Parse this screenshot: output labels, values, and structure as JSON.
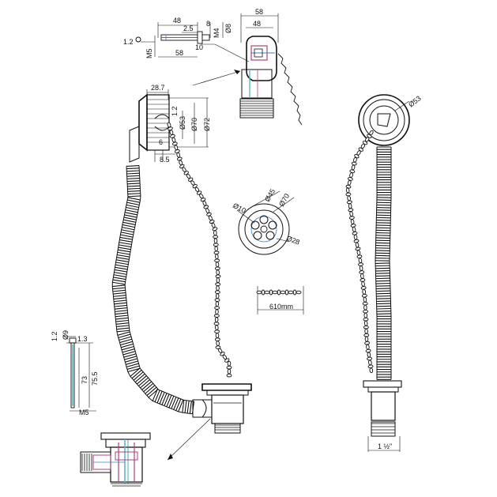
{
  "overflow_screw": {
    "d48": "48",
    "d2_5": "2.5",
    "d8_small": "8",
    "m4": "M4",
    "d8": "Ø8",
    "d1_2": "1.2",
    "m5": "M5",
    "d10": "10",
    "d58": "58"
  },
  "overflow_head": {
    "d58": "58",
    "d48": "48"
  },
  "plug_side": {
    "d28_7": "28.7",
    "d53": "Ø53",
    "d70": "Ø70",
    "d72": "Ø72",
    "d1_2": "1.2",
    "d6": "6",
    "d8_5": "8.5"
  },
  "grate_top": {
    "d10": "Ø10",
    "d45": "Ø45",
    "d70": "Ø70",
    "d28": "Ø28"
  },
  "chain_len": {
    "label": "610mm"
  },
  "side_view": {
    "d53": "Ø53",
    "thread": "1 ½\""
  },
  "bolt": {
    "d1_2": "1.2",
    "d9": "Ø9",
    "d1_3": "1.3",
    "d73": "73",
    "d75_5": "75.5",
    "m5": "M5"
  },
  "colors": {
    "line": "#111111",
    "accent_pink": "#b0427a",
    "accent_blue": "#3a7fc0",
    "accent_teal": "#5fb7c7"
  }
}
